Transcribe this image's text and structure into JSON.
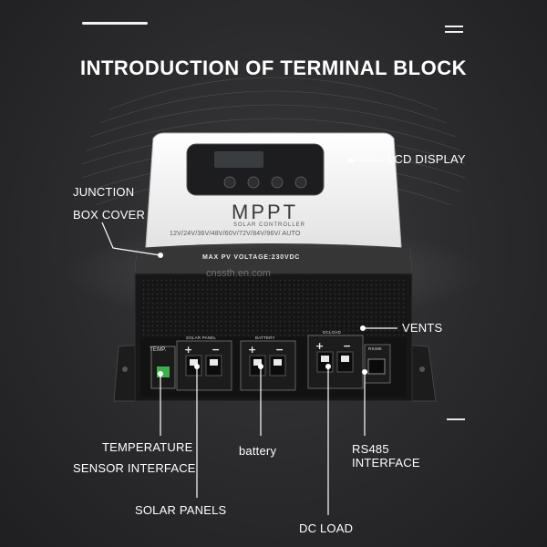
{
  "heading": "INTRODUCTION OF TERMINAL BLOCK",
  "labels": {
    "lcd_display": "LCD DISPLAY",
    "junction_1": "JUNCTION",
    "junction_2": "BOX COVER",
    "vents": "VENTS",
    "temperature_1": "TEMPERATURE",
    "temperature_2": "SENSOR INTERFACE",
    "battery": "battery",
    "rs485_1": "RS485",
    "rs485_2": "INTERFACE",
    "solar_panels": "SOLAR PANELS",
    "dc_load": "DC LOAD"
  },
  "device_text": {
    "brand": "MPPT",
    "subtitle": "SOLAR CONTROLLER",
    "voltages": "12V/24V/36V/48V/60V/72V/84V/96V/ AUTO",
    "max_pv": "MAX PV VOLTAGE:230VDC",
    "watermark": "cnssth.en.com",
    "temp": "TEMP.",
    "solar_panel": "SOLAR PANEL",
    "battery": "BATTERY",
    "dcload": "DCLOAD",
    "rs485_tiny": "RS485"
  }
}
